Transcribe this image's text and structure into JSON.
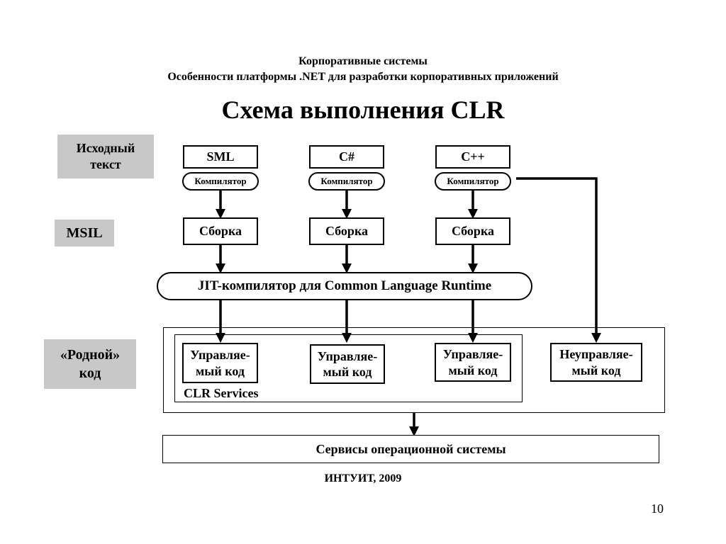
{
  "header": {
    "line1": "Корпоративные  системы",
    "line2": "Особенности платформы .NET для разработки корпоративных приложений"
  },
  "title": "Схема выполнения CLR",
  "row_labels": {
    "source_line1": "Исходный",
    "source_line2": "текст",
    "msil": "MSIL",
    "native_line1": "«Родной»",
    "native_line2": "код"
  },
  "languages": [
    "SML",
    "C#",
    "C++"
  ],
  "compiler_label": "Компилятор",
  "assembly_label": "Сборка",
  "jit_label": "JIT-компилятор для Common Language Runtime",
  "managed_line1": "Управляе-",
  "managed_line2": "мый код",
  "unmanaged_line1": "Неуправляе-",
  "unmanaged_line2": "мый код",
  "clr_services": "CLR Services",
  "os_services": "Сервисы операционной системы",
  "footer": "ИНТУИТ, 2009",
  "page_number": "10"
}
